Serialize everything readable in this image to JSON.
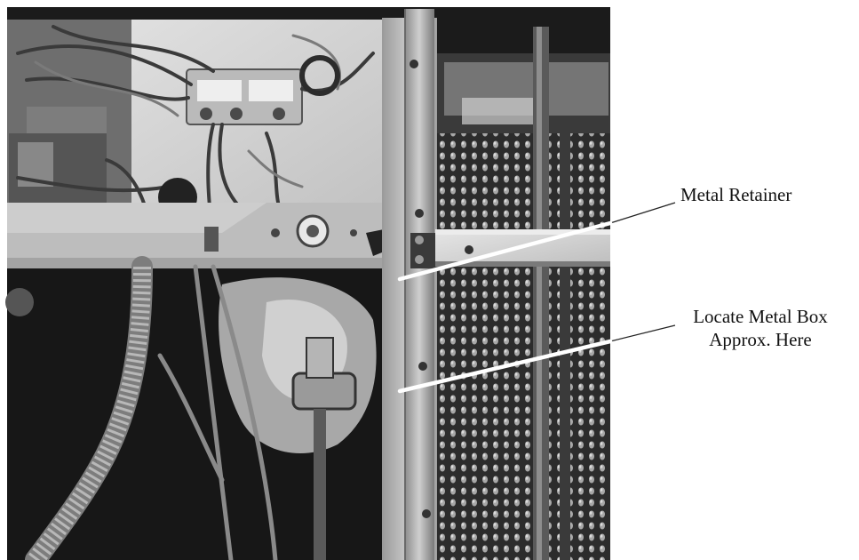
{
  "callouts": {
    "metal_retainer": "Metal Retainer",
    "metal_box_line1": "Locate Metal Box",
    "metal_box_line2": "Approx. Here"
  },
  "colors": {
    "background": "#ffffff",
    "label_text": "#111111",
    "pointer_thin": "#222222",
    "pointer_thick": "#ffffff"
  },
  "photo": {
    "subject": "equipment-interior-photo",
    "style": "grayscale"
  }
}
